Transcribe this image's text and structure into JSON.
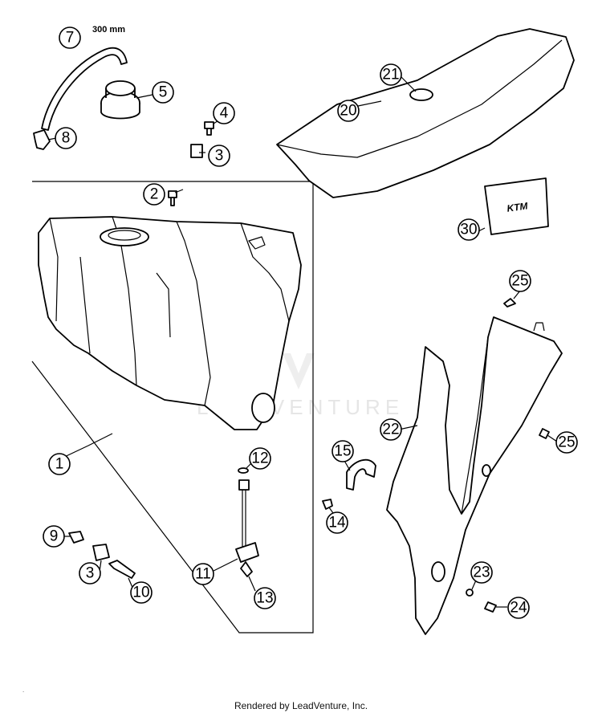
{
  "diagram": {
    "hose_length_label": "300 mm",
    "watermark": "LEADVENTURE",
    "callouts": [
      {
        "id": "c7",
        "label": "7"
      },
      {
        "id": "c5",
        "label": "5"
      },
      {
        "id": "c8",
        "label": "8"
      },
      {
        "id": "c4",
        "label": "4"
      },
      {
        "id": "c3a",
        "label": "3"
      },
      {
        "id": "c21",
        "label": "21"
      },
      {
        "id": "c20",
        "label": "20"
      },
      {
        "id": "c2",
        "label": "2"
      },
      {
        "id": "c30",
        "label": "30"
      },
      {
        "id": "c25a",
        "label": "25"
      },
      {
        "id": "c22",
        "label": "22"
      },
      {
        "id": "c25b",
        "label": "25"
      },
      {
        "id": "c15",
        "label": "15"
      },
      {
        "id": "c1",
        "label": "1"
      },
      {
        "id": "c12",
        "label": "12"
      },
      {
        "id": "c14",
        "label": "14"
      },
      {
        "id": "c9",
        "label": "9"
      },
      {
        "id": "c3b",
        "label": "3"
      },
      {
        "id": "c11",
        "label": "11"
      },
      {
        "id": "c10",
        "label": "10"
      },
      {
        "id": "c13",
        "label": "13"
      },
      {
        "id": "c23",
        "label": "23"
      },
      {
        "id": "c24",
        "label": "24"
      }
    ],
    "footer": "Rendered by LeadVenture, Inc.",
    "corner_mark": "."
  }
}
